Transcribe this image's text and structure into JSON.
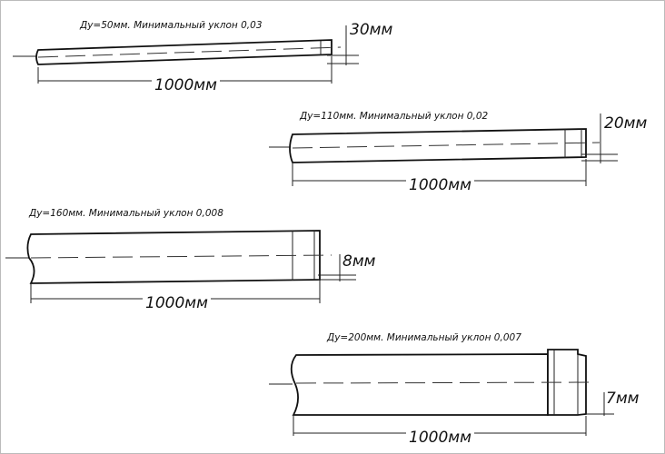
{
  "pipes": [
    {
      "label": "Ду=50мм. Минимальный уклон 0,03",
      "length": "1000мм",
      "drop": "30мм",
      "slope": 0.03
    },
    {
      "label": "Ду=110мм. Минимальный уклон 0,02",
      "length": "1000мм",
      "drop": "20мм",
      "slope": 0.02
    },
    {
      "label": "Ду=160мм. Минимальный уклон 0,008",
      "length": "1000мм",
      "drop": "8мм",
      "slope": 0.008
    },
    {
      "label": "Ду=200мм. Минимальный уклон 0,007",
      "length": "1000мм",
      "drop": "7мм",
      "slope": 0.007
    }
  ]
}
